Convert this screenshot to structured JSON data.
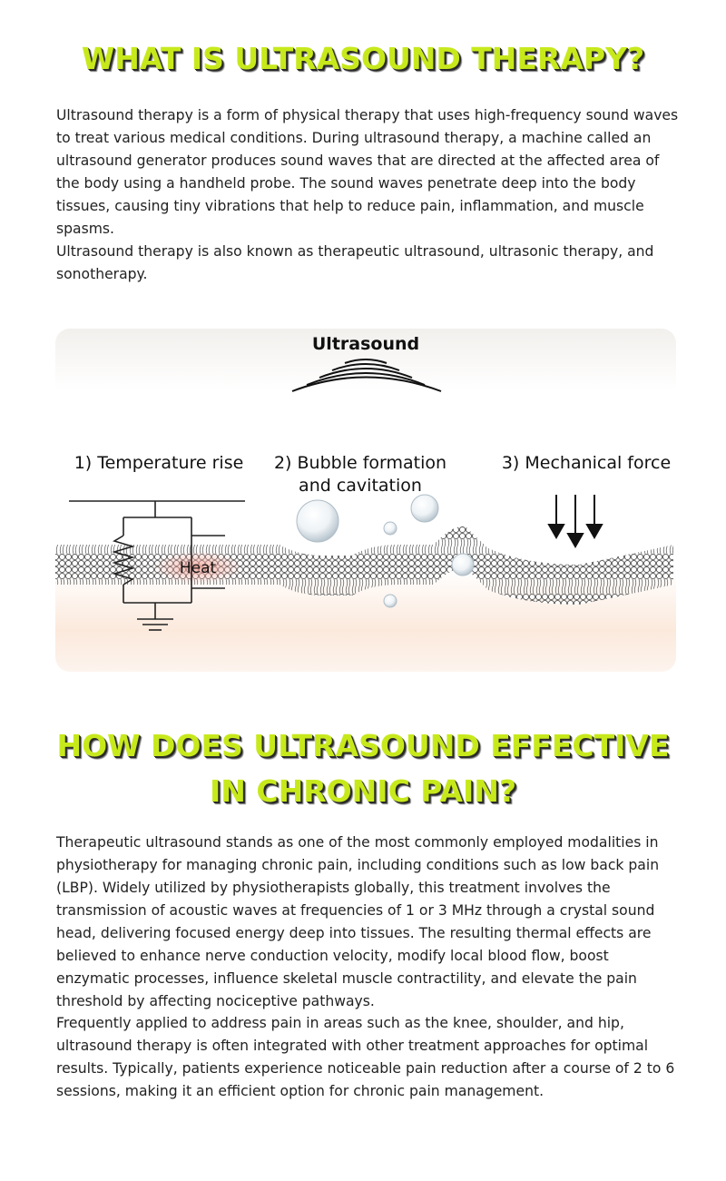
{
  "section1": {
    "heading": "WHAT IS ULTRASOUND THERAPY?",
    "paragraph1": "Ultrasound therapy is a form of physical therapy that uses high-frequency sound waves to treat various medical conditions. During ultrasound therapy, a machine called an ultrasound generator produces sound waves that are directed at the affected area of the body using a handheld probe. The sound waves penetrate deep into the body tissues, causing tiny vibrations that help to reduce pain, inflammation, and muscle spasms.",
    "paragraph2": "Ultrasound therapy is also known as therapeutic ultrasound, ultrasonic therapy, and sonotherapy."
  },
  "figure": {
    "title": "Ultrasound",
    "label1": "1) Temperature rise",
    "label2_line1": "2) Bubble formation",
    "label2_line2": "and cavitation",
    "label3": "3) Mechanical force",
    "heat_label": "Heat"
  },
  "section2": {
    "heading_line1": "HOW DOES ULTRASOUND EFFECTIVE",
    "heading_line2": "IN CHRONIC PAIN?",
    "paragraph1": "Therapeutic ultrasound stands as one of the most commonly employed modalities in physiotherapy for managing chronic pain, including conditions such as low back pain (LBP). Widely utilized by physiotherapists globally, this treatment involves the transmission of acoustic waves at frequencies of 1 or 3 MHz through a crystal sound head, delivering focused energy deep into tissues. The resulting thermal effects are believed to enhance nerve conduction velocity, modify local blood flow, boost enzymatic processes, influence skeletal muscle contractility, and elevate the pain threshold by affecting nociceptive pathways.",
    "paragraph2": "Frequently applied to address pain in areas such as the knee, shoulder, and hip, ultrasound therapy is often integrated with other treatment approaches for optimal results. Typically, patients experience noticeable pain reduction after a course of 2 to 6 sessions, making it an efficient option for chronic pain management."
  },
  "colors": {
    "heading_fill": "#c7e91c",
    "heading_shadow": "#2a2a2a",
    "heat_glow": "#f2a59a"
  }
}
